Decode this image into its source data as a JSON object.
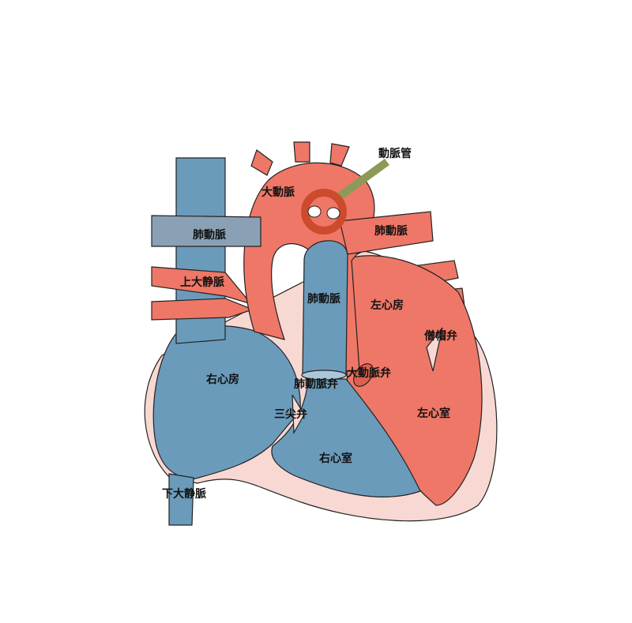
{
  "labels": {
    "ductus": "動脈管",
    "aorta": "大動脈",
    "pa_left": "肺動脈",
    "pa_right": "肺動脈",
    "svc": "上大静脈",
    "pa_trunk": "肺動脈",
    "la": "左心房",
    "mitral": "僧帽弁",
    "aortic_valve": "大動脈弁",
    "ra": "右心房",
    "pulm_valve": "肺動脈弁",
    "tricuspid": "三尖弁",
    "lv": "左心室",
    "rv": "右心室",
    "ivc": "下大静脈"
  },
  "colors": {
    "venous": "#6b9bbb",
    "arterial": "#ee7767",
    "wall": "#f8d8d2",
    "ring": "#cc4b2c",
    "duct": "#8b9b57"
  }
}
